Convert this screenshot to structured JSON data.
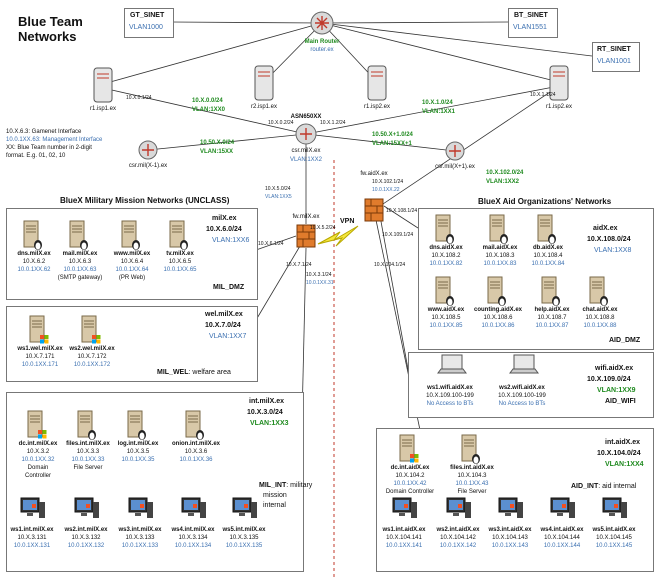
{
  "title": [
    "Blue Team",
    "Networks"
  ],
  "legend": [
    "10.X.6.3: Gamenet Interface",
    "10.0.1XX.63: Management Interface",
    "XX: Blue Team number in 2-digit",
    "format. E.g. 01, 02, 10"
  ],
  "tops": {
    "gt": {
      "name": "GT_SINET",
      "vlan": "VLAN1000"
    },
    "bt": {
      "name": "BT_SINET",
      "vlan": "VLAN1551"
    },
    "rt": {
      "name": "RT_SINET",
      "vlan": "VLAN1001"
    },
    "main": {
      "name": "Main Router",
      "host": "router.ex"
    }
  },
  "routers": {
    "isp1": "r1.isp1.ex",
    "isp2a": "r2.isp1.ex",
    "isp2b": "r1.isp2.ex",
    "isp2c": "r1.isp2.ex",
    "asn": "ASN650XX",
    "csrmil": "csr.milX.ex",
    "csrmilvlan": "VLAN:1XX2",
    "csrm1": "csr.mil(X-1).ex",
    "csrp1": "csr.mil(X+1).ex"
  },
  "links": {
    "l1": "10.X.0.0/24",
    "l1v": "VLAN:1XX0",
    "l2": "10.X.1.0/24",
    "l2v": "VLAN:1XX1",
    "l3": "10.50.X.0/24",
    "l3v": "VLAN:15XX",
    "l4": "10.50.X+1.0/24",
    "l4v": "VLAN:15XX+1",
    "l5": "10.X.102.0/24",
    "l5v": "VLAN:1XX2",
    "small1": "10.X.0.1/24",
    "small2": "10.X.1.1/24",
    "small3": "10.X.0.2/24",
    "small4": "10.X.1.2/24",
    "fwmillink": "10.X.5.0/24",
    "fwmillinkv": "VLAN:1XX5",
    "fwaidlink": "10.X.102.1/24",
    "fwaidlinkv": "10.0.1XX.22",
    "vpn": "VPN"
  },
  "fwmil": {
    "name": "fw.milX.ex",
    "ip1": "10.X.5.2/24",
    "ip2": "10.X.7.1/24",
    "ip3": "10.X.3.1/24",
    "mgmt": "10.0.1XX.31",
    "left": "10.X.6.1/24"
  },
  "fwaid": {
    "name": "fw.aidX.ex",
    "ip1": "10.X.108.1/24",
    "ip2": "10.X.109.1/24",
    "ip3": "10.X.104.1/24",
    "mgmt": "10.0.1XX.22"
  },
  "milTitle": "BlueX Military Mission Networks (UNCLASS)",
  "aidTitle": "BlueX Aid Organizations' Networks",
  "dmz": {
    "domain": "milX.ex",
    "net": "10.X.6.0/24",
    "vlan": "VLAN:1XX6",
    "label": "MIL_DMZ",
    "hosts": [
      {
        "name": "dns.milX.ex",
        "ip": "10.X.6.2",
        "mgmt": "10.0.1XX.62",
        "note": ""
      },
      {
        "name": "mail.milX.ex",
        "ip": "10.X.6.3",
        "mgmt": "10.0.1XX.63",
        "note": "(SMTP gateway)"
      },
      {
        "name": "www.milX.ex",
        "ip": "10.X.6.4",
        "mgmt": "10.0.1XX.64",
        "note": "(PR Web)"
      },
      {
        "name": "tv.milX.ex",
        "ip": "10.X.6.5",
        "mgmt": "10.0.1XX.65",
        "note": ""
      }
    ]
  },
  "wel": {
    "domain": "wel.milX.ex",
    "net": "10.X.7.0/24",
    "vlan": "VLAN:1XX7",
    "label": "MIL_WEL",
    "sub": ": welfare area",
    "hosts": [
      {
        "name": "ws1.wel.milX.ex",
        "ip": "10.X.7.171",
        "mgmt": "10.0.1XX.171"
      },
      {
        "name": "ws2.wel.milX.ex",
        "ip": "10.X.7.172",
        "mgmt": "10.0.1XX.172"
      }
    ]
  },
  "int": {
    "domain": "int.milX.ex",
    "net": "10.X.3.0/24",
    "vlan": "VLAN:1XX3",
    "label": "MIL_INT",
    "sub": ": military",
    "sub2": "mission",
    "sub3": "internal",
    "servers": [
      {
        "name": "dc.int.milX.ex",
        "ip": "10.X.3.2",
        "mgmt": "10.0.1XX.32",
        "note": "Domain",
        "note2": "Controller"
      },
      {
        "name": "files.int.milX.ex",
        "ip": "10.X.3.3",
        "mgmt": "10.0.1XX.33",
        "note": "File Server",
        "note2": ""
      },
      {
        "name": "log.int.milX.ex",
        "ip": "10.X.3.5",
        "mgmt": "10.0.1XX.35",
        "note": "",
        "note2": ""
      },
      {
        "name": "onion.int.milX.ex",
        "ip": "10.X.3.6",
        "mgmt": "10.0.1XX.36",
        "note": "",
        "note2": ""
      }
    ],
    "ws": [
      {
        "name": "ws1.int.milX.ex",
        "ip": "10.X.3.131",
        "mgmt": "10.0.1XX.131"
      },
      {
        "name": "ws2.int.milX.ex",
        "ip": "10.X.3.132",
        "mgmt": "10.0.1XX.132"
      },
      {
        "name": "ws3.int.milX.ex",
        "ip": "10.X.3.133",
        "mgmt": "10.0.1XX.133"
      },
      {
        "name": "ws4.int.milX.ex",
        "ip": "10.X.3.134",
        "mgmt": "10.0.1XX.134"
      },
      {
        "name": "ws5.int.milX.ex",
        "ip": "10.X.3.135",
        "mgmt": "10.0.1XX.135"
      }
    ]
  },
  "aiddmz": {
    "domain": "aidX.ex",
    "net": "10.X.108.0/24",
    "vlan": "VLAN:1XX8",
    "label": "AID_DMZ",
    "row1": [
      {
        "name": "dns.aidX.ex",
        "ip": "10.X.108.2",
        "mgmt": "10.0.1XX.82"
      },
      {
        "name": "mail.aidX.ex",
        "ip": "10.X.108.3",
        "mgmt": "10.0.1XX.83"
      },
      {
        "name": "db.aidX.ex",
        "ip": "10.X.108.4",
        "mgmt": "10.0.1XX.84"
      }
    ],
    "row2": [
      {
        "name": "www.aidX.ex",
        "ip": "10.X.108.5",
        "mgmt": "10.0.1XX.85"
      },
      {
        "name": "counting.aidX.ex",
        "ip": "10.X.108.6",
        "mgmt": "10.0.1XX.86"
      },
      {
        "name": "help.aidX.ex",
        "ip": "10.X.108.7",
        "mgmt": "10.0.1XX.87"
      },
      {
        "name": "chat.aidX.ex",
        "ip": "10.X.108.8",
        "mgmt": "10.0.1XX.88"
      }
    ]
  },
  "wifi": {
    "domain": "wifi.aidX.ex",
    "net": "10.X.109.0/24",
    "vlan": "VLAN:1XX9",
    "label": "AID_WIFI",
    "hosts": [
      {
        "name": "ws1.wifi.aidX.ex",
        "ip": "10.X.109.100-199",
        "note": "No Access to BTs"
      },
      {
        "name": "ws2.wifi.aidX.ex",
        "ip": "10.X.109.100-199",
        "note": "No Access to BTs"
      }
    ]
  },
  "aidint": {
    "domain": "int.aidX.ex",
    "net": "10.X.104.0/24",
    "vlan": "VLAN:1XX4",
    "label": "AID_INT",
    "sub": ": aid internal",
    "servers": [
      {
        "name": "dc.int.aidX.ex",
        "ip": "10.X.104.2",
        "mgmt": "10.0.1XX.42",
        "note": "Domain Controller"
      },
      {
        "name": "files.int.aidX.ex",
        "ip": "10.X.104.3",
        "mgmt": "10.0.1XX.43",
        "note": "File Server"
      }
    ],
    "ws": [
      {
        "name": "ws1.int.aidX.ex",
        "ip": "10.X.104.141",
        "mgmt": "10.0.1XX.141"
      },
      {
        "name": "ws2.int.aidX.ex",
        "ip": "10.X.104.142",
        "mgmt": "10.0.1XX.142"
      },
      {
        "name": "ws3.int.aidX.ex",
        "ip": "10.X.104.143",
        "mgmt": "10.0.1XX.143"
      },
      {
        "name": "ws4.int.aidX.ex",
        "ip": "10.X.104.144",
        "mgmt": "10.0.1XX.144"
      },
      {
        "name": "ws5.int.aidX.ex",
        "ip": "10.X.104.145",
        "mgmt": "10.0.1XX.145"
      }
    ]
  },
  "colors": {
    "blue": "#3a6fb0",
    "green": "#1f8a1f",
    "router": "#c0392b",
    "firewall": "#e07b2c"
  }
}
